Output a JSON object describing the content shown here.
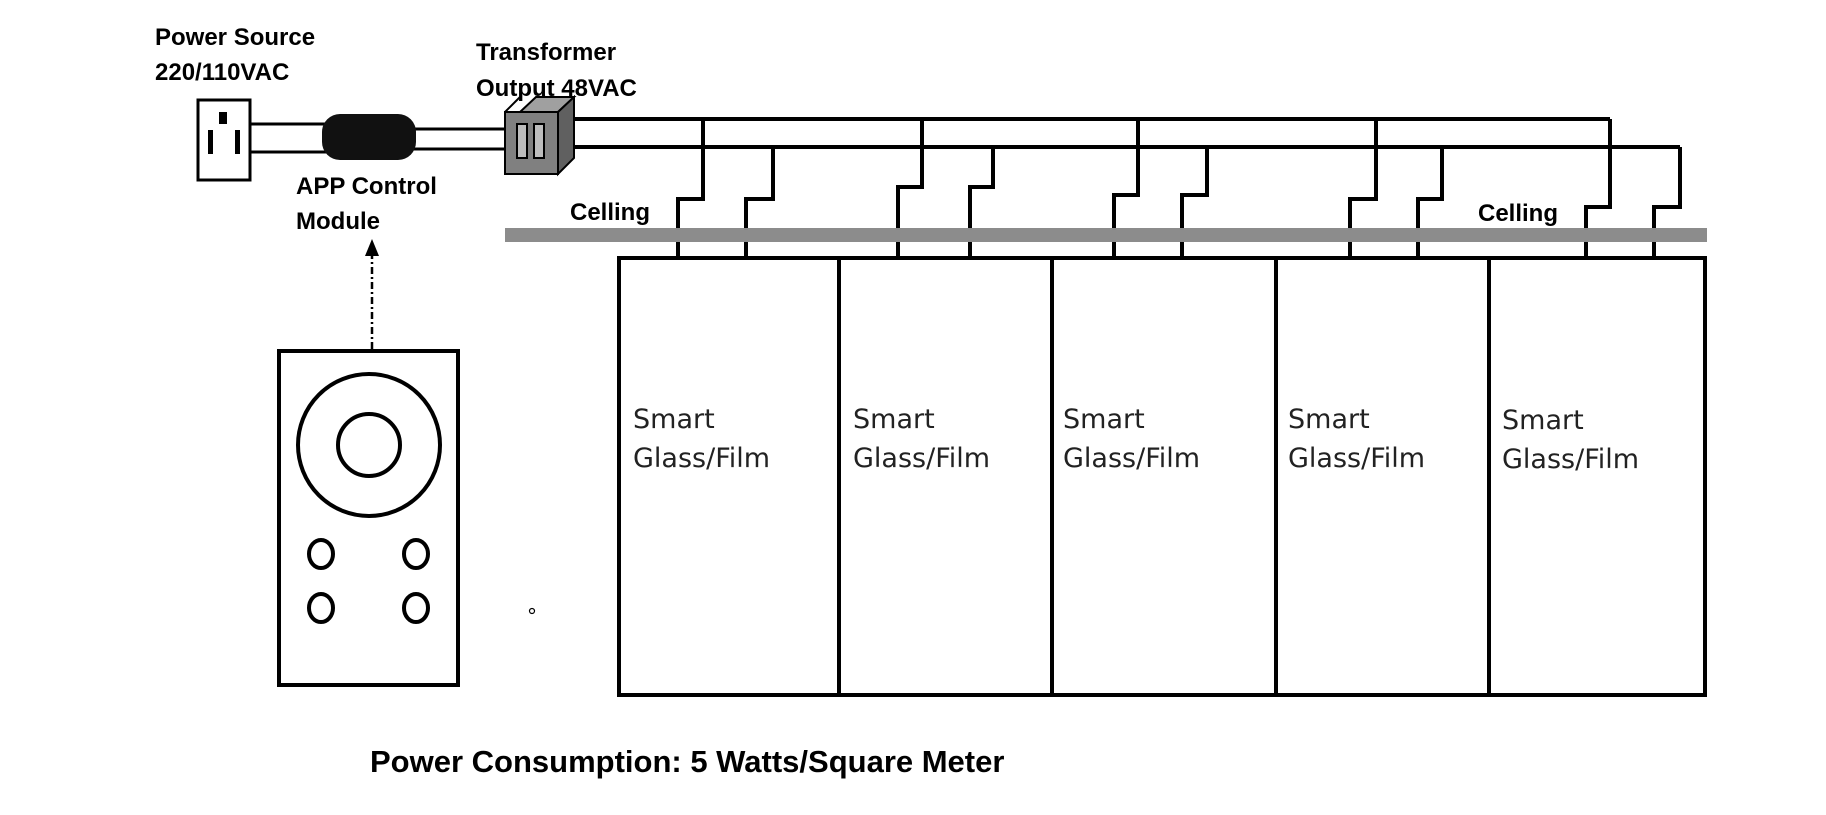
{
  "labels": {
    "power_source_line1": "Power Source",
    "power_source_line2": "220/110VAC",
    "transformer_line1": "Transformer",
    "transformer_line2": "Output 48VAC",
    "app_control_line1": "APP Control",
    "app_control_line2": "Module",
    "ceiling_left": "Celling",
    "ceiling_right": "Celling",
    "power_consumption": "Power Consumption: 5 Watts/Square Meter"
  },
  "panels": [
    {
      "line1": "Smart",
      "line2": "Glass/Film"
    },
    {
      "line1": "Smart",
      "line2": "Glass/Film"
    },
    {
      "line1": "Smart",
      "line2": "Glass/Film"
    },
    {
      "line1": "Smart",
      "line2": "Glass/Film"
    },
    {
      "line1": "Smart",
      "line2": "Glass/Film"
    }
  ],
  "colors": {
    "line": "#000000",
    "ceiling": "#8c8c8c",
    "transformer": "#808080",
    "control_module": "#111111"
  }
}
